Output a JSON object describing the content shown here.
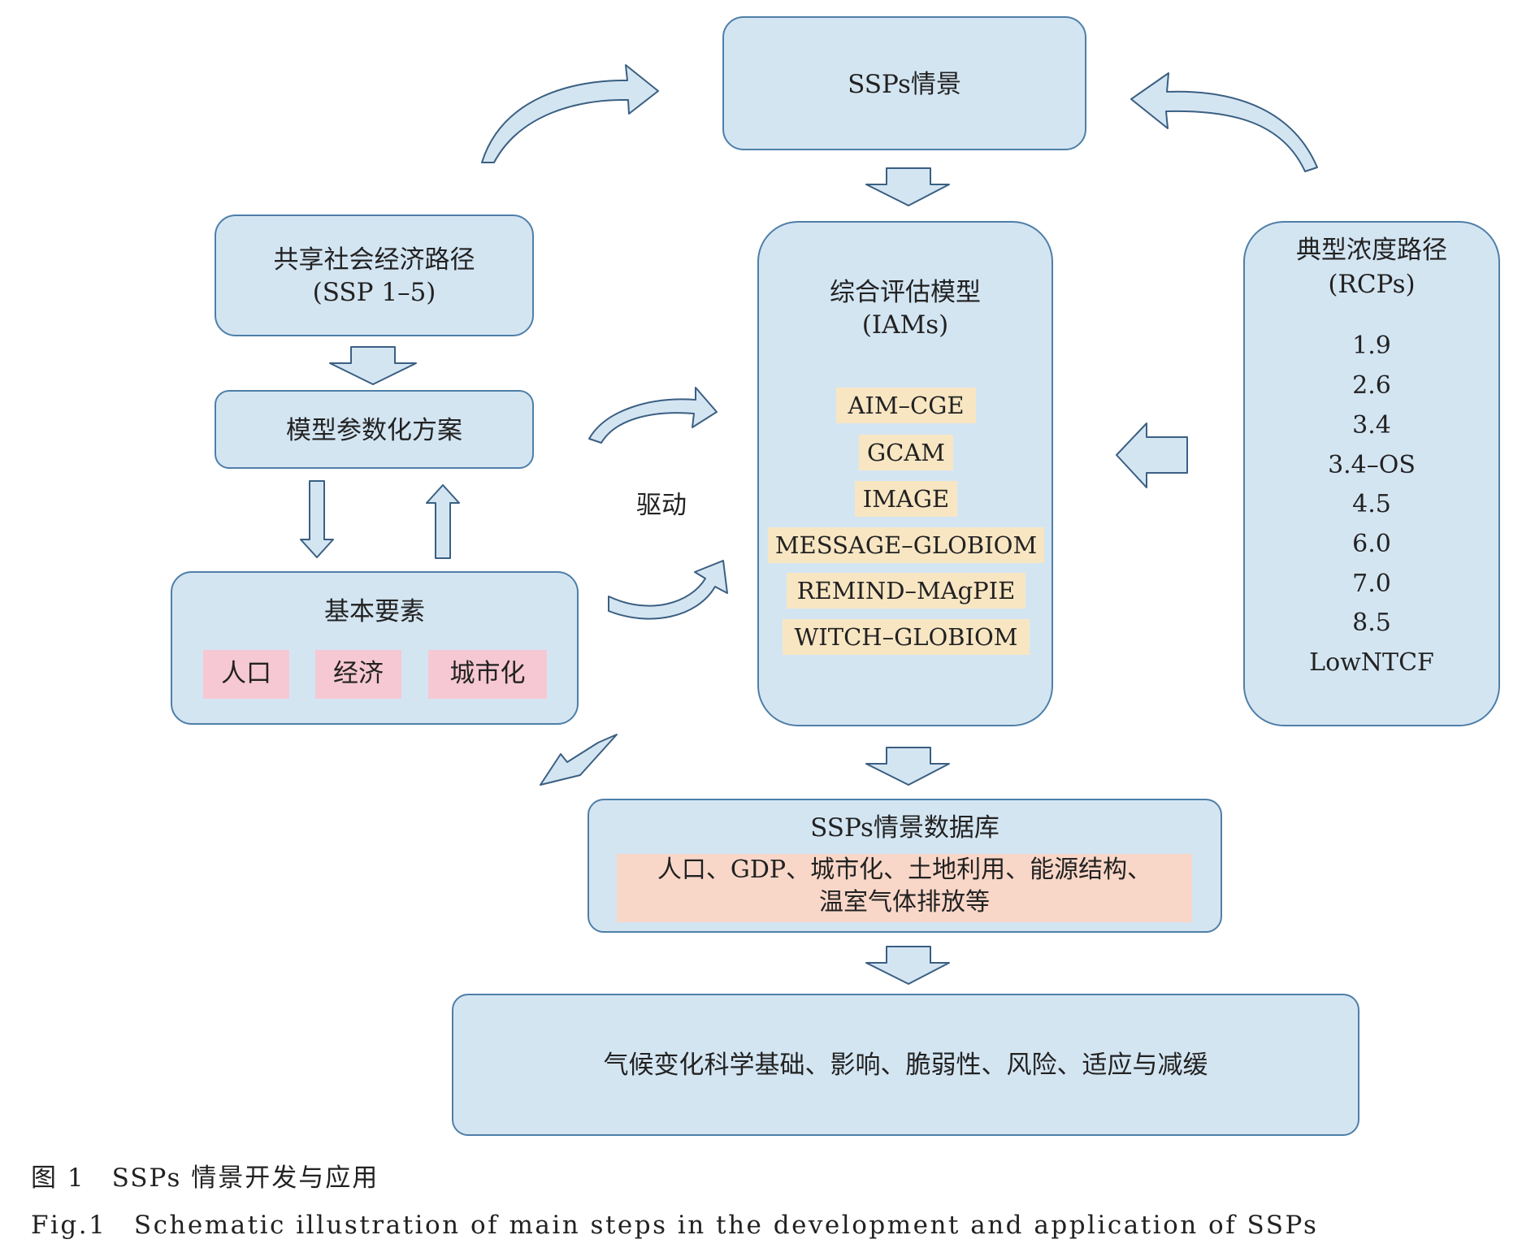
{
  "colors": {
    "box_fill": "#d4e5f2",
    "box_border": "#4e7fa8",
    "iam_highlight": "#f8e6c3",
    "element_highlight": "#f6c8d3",
    "database_highlight": "#f9d7c8"
  },
  "ssps_scenario": {
    "label": "SSPs情景"
  },
  "ssp_paths": {
    "title": "共享社会经济路径",
    "subtitle": "(SSP 1–5)"
  },
  "model_param": {
    "label": "模型参数化方案"
  },
  "basic_elements": {
    "title": "基本要素",
    "items": [
      "人口",
      "经济",
      "城市化"
    ]
  },
  "drive_label": "驱动",
  "iams": {
    "title": "综合评估模型",
    "subtitle": "(IAMs)",
    "models": [
      "AIM–CGE",
      "GCAM",
      "IMAGE",
      "MESSAGE–GLOBIOM",
      "REMIND–MAgPIE",
      "WITCH–GLOBIOM"
    ]
  },
  "rcps": {
    "title": "典型浓度路径",
    "subtitle": "(RCPs)",
    "levels": [
      "1.9",
      "2.6",
      "3.4",
      "3.4–OS",
      "4.5",
      "6.0",
      "7.0",
      "8.5",
      "LowNTCF"
    ]
  },
  "database": {
    "title": "SSPs情景数据库",
    "line1": "人口、GDP、城市化、土地利用、能源结构、",
    "line2": "温室气体排放等"
  },
  "applications": {
    "label": "气候变化科学基础、影响、脆弱性、风险、适应与减缓"
  },
  "caption": {
    "cn": "图 1　SSPs 情景开发与应用",
    "en": "Fig.1　Schematic illustration of main steps in the development and application of SSPs"
  }
}
